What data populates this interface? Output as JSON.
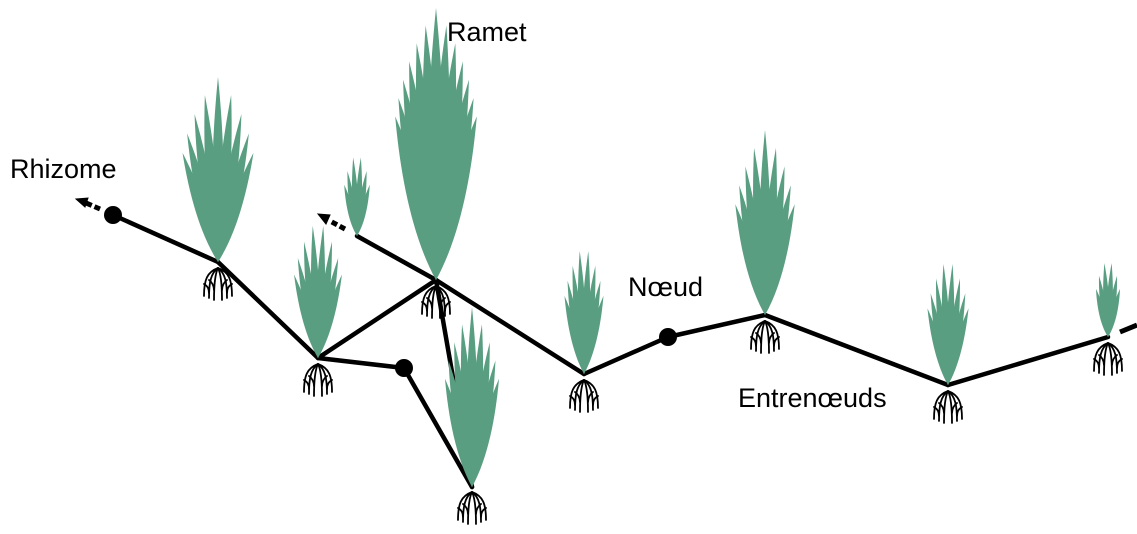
{
  "labels": {
    "ramet": "Ramet",
    "rhizome": "Rhizome",
    "noeud": "Nœud",
    "entrenoeuds": "Entrenœuds"
  },
  "colors": {
    "leaf": "#5a9e82",
    "stem": "#000000",
    "background": "#ffffff"
  }
}
